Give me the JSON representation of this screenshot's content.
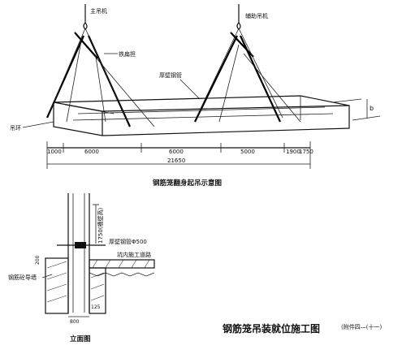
{
  "upper": {
    "main_crane": "主吊机",
    "aux_crane": "辅助吊机",
    "shoulder_pole": "铁扁担",
    "thick_pipe": "厚壁钢管",
    "sling": "吊环",
    "dim_b": "b",
    "dims": [
      "1000",
      "6000",
      "6000",
      "5000",
      "1900",
      "1750"
    ],
    "total_dim": "21650",
    "caption": "钢筋笼翻身起吊示意图"
  },
  "lower": {
    "height_label": "1750(槽壁高)",
    "thick_pipe": "厚壁钢管Φ500",
    "road": "坑内施工道路",
    "guide_wall": "钢筋砼导墙",
    "dim_200": "200",
    "dim_800": "800",
    "dim_125": "125",
    "caption": "立面图"
  },
  "stamp": {
    "title": "钢筋笼吊装就位施工图",
    "number": "(附件四—(十一)"
  }
}
